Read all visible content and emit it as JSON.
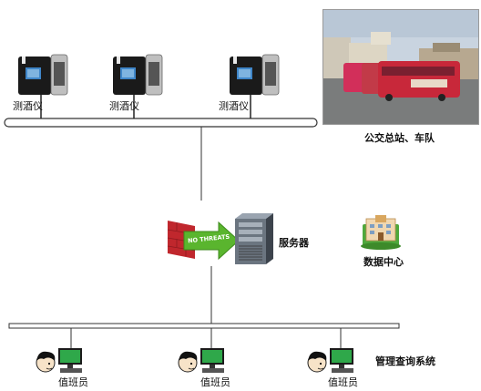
{
  "devices": [
    {
      "label": "测酒仪"
    },
    {
      "label": "测酒仪"
    },
    {
      "label": "测酒仪"
    }
  ],
  "bus_station": {
    "caption": "公交总站、车队"
  },
  "server": {
    "label": "服务器"
  },
  "firewall": {
    "text": "NO THREATS"
  },
  "data_center": {
    "label": "数据中心"
  },
  "duty_staff": [
    {
      "label": "值班员"
    },
    {
      "label": "值班员"
    },
    {
      "label": "值班员"
    }
  ],
  "query_system": {
    "label": "管理查询系统"
  }
}
